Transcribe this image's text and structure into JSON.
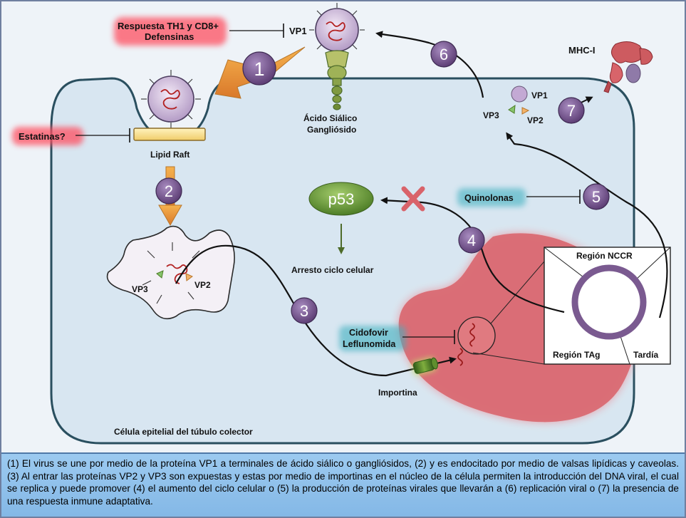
{
  "labels": {
    "respuesta_line1": "Respuesta TH1 y CD8+",
    "respuesta_line2": "Defensinas",
    "vp1_top": "VP1",
    "acido_line1": "Ácido Siálico",
    "acido_line2": "Gangliósido",
    "estatinas": "Estatinas?",
    "lipid_raft": "Lipid Raft",
    "mhc": "MHC-I",
    "vp1_right": "VP1",
    "vp3_right": "VP3",
    "vp2_right": "VP2",
    "p53": "p53",
    "arresto": "Arresto ciclo celular",
    "quinolonas": "Quinolonas",
    "vp3_left": "VP3",
    "vp2_left": "VP2",
    "cidofovir_line1": "Cidofovir",
    "cidofovir_line2": "Leflunomida",
    "importina": "Importina",
    "celula": "Célula epitelial del túbulo colector",
    "region_nccr": "Región NCCR",
    "region_tag": "Región TAg",
    "tardia": "Tardía"
  },
  "steps": [
    "1",
    "2",
    "3",
    "4",
    "5",
    "6",
    "7"
  ],
  "colors": {
    "cell_fill": "#d8e6f1",
    "cell_border": "#2a4f5f",
    "step_circle": "#7a5a90",
    "nucleus": "#d96a73",
    "p53_fill": "#6a9a3a",
    "caption_bg": "#9ccaf0"
  },
  "caption": "(1) El virus se une por medio de la proteína VP1 a terminales de ácido siálico o gangliósidos, (2) y es endocitado por medio de valsas lipídicas y caveolas. (3) Al entrar las proteínas VP2 y VP3 son expuestas y estas por medio de importinas en el núcleo de la célula permiten la introducción del DNA viral, el cual se replica y puede promover (4) el aumento del ciclo celular o (5) la producción de proteínas virales que llevarán a (6) replicación viral o (7) la presencia de una respuesta inmune adaptativa."
}
